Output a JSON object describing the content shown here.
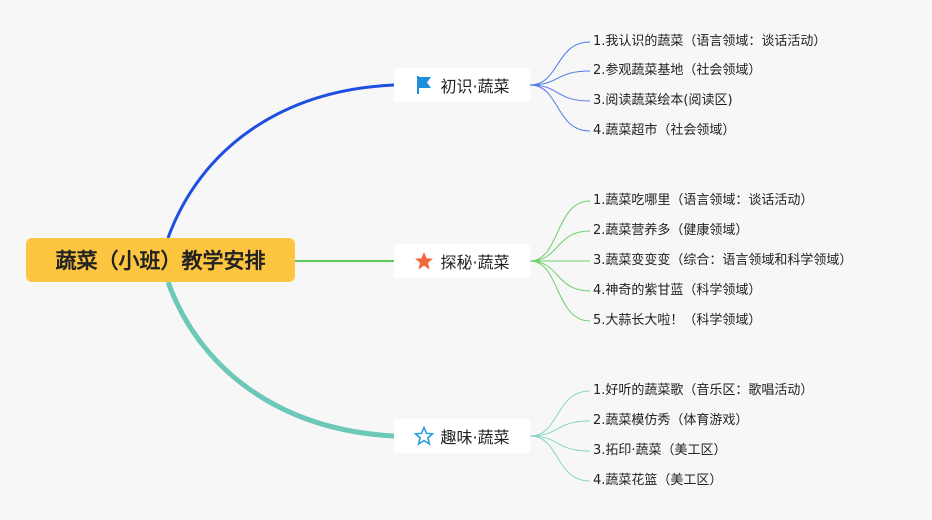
{
  "root": {
    "label": "蔬菜（小班）教学安排"
  },
  "colors": {
    "root": "#fdc540",
    "branch1": "#1f4fe0",
    "branch2": "#5ac85a",
    "branch3": "#6cc8b8"
  },
  "branches": [
    {
      "label": "初识·蔬菜",
      "icon": "flag-icon",
      "items": [
        "1.我认识的蔬菜（语言领域：谈话活动）",
        "2.参观蔬菜基地（社会领域）",
        "3.阅读蔬菜绘本(阅读区)",
        "4.蔬菜超市（社会领域）"
      ]
    },
    {
      "label": "探秘·蔬菜",
      "icon": "star-filled-icon",
      "items": [
        "1.蔬菜吃哪里（语言领域：谈话活动）",
        "2.蔬菜营养多（健康领域）",
        "3.蔬菜变变变（综合：语言领域和科学领域）",
        "4.神奇的紫甘蓝（科学领域）",
        "5.大蒜长大啦！（科学领域）"
      ]
    },
    {
      "label": "趣味·蔬菜",
      "icon": "star-outline-icon",
      "items": [
        "1.好听的蔬菜歌（音乐区：歌唱活动）",
        "2.蔬菜模仿秀（体育游戏）",
        "3.拓印·蔬菜（美工区）",
        "4.蔬菜花篮（美工区）"
      ]
    }
  ]
}
